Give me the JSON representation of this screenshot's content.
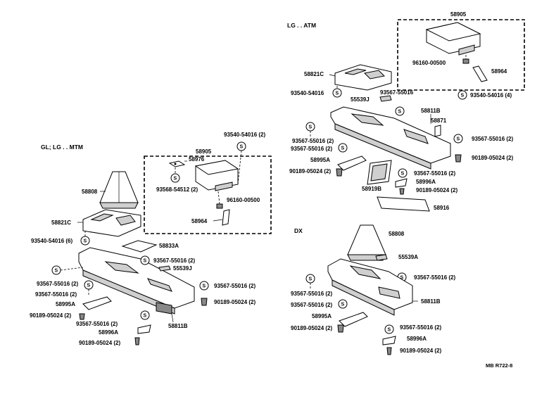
{
  "sections": {
    "gl_lg_mtm": "GL; LG . . MTM",
    "lg_atm": "LG . . ATM",
    "dx": "DX"
  },
  "symbol": "S",
  "left": {
    "box_title": "58905",
    "labels": {
      "p58976": "58976",
      "p93568": "93568-54512 (2)",
      "p96160": "96160-00500",
      "p58964": "58964",
      "p93540top": "93540-54016 (2)",
      "p58808": "58808",
      "p58821c": "58821C",
      "p93540": "93540-54016 (6)",
      "p58833a": "58833A",
      "p93567a": "93567-55016 (2)",
      "p55539j": "55539J",
      "p93567b": "93567-55016 (2)",
      "p93567c": "93567-55016 (2)",
      "p58995a": "58995A",
      "p90189a": "90189-05024 (2)",
      "p93567d": "93567-55016 (2)",
      "p58996a": "58996A",
      "p90189b": "90189-05024 (2)",
      "p93567e": "93567-55016 (2)",
      "p90189c": "90189-05024 (2)",
      "p58811b": "58811B"
    }
  },
  "right": {
    "box_title": "58905",
    "labels": {
      "p96160": "96160-00500",
      "p58964": "58964",
      "p93540box": "93540-54016 (4)",
      "p58821c": "58821C",
      "p93540": "93540-54016",
      "p55539j": "55539J",
      "p93567top": "93567-55016",
      "p58811b": "58811B",
      "p58871": "58871",
      "p93567a": "93567-55016 (2)",
      "p93567b": "93567-55016 (2)",
      "p58995a": "58995A",
      "p90189a": "90189-05024 (2)",
      "p58919b": "58919B",
      "p93567c": "93567-55016 (2)",
      "p58996a": "58996A",
      "p90189b": "90189-05024 (2)",
      "p93567d": "93567-55016 (2)",
      "p90189c": "90189-05024 (2)",
      "p58916": "58916"
    }
  },
  "dx": {
    "labels": {
      "p58808": "58808",
      "p55539a": "55539A",
      "p93567top": "93567-55016 (2)",
      "p93567a": "93567-55016 (2)",
      "p93567b": "93567-55016 (2)",
      "p58811b": "58811B",
      "p58995a": "58995A",
      "p90189a": "90189-05024 (2)",
      "p93567c": "93567-55016 (2)",
      "p58996a": "58996A",
      "p90189b": "90189-05024 (2)"
    }
  },
  "caption": "MB R722-8"
}
